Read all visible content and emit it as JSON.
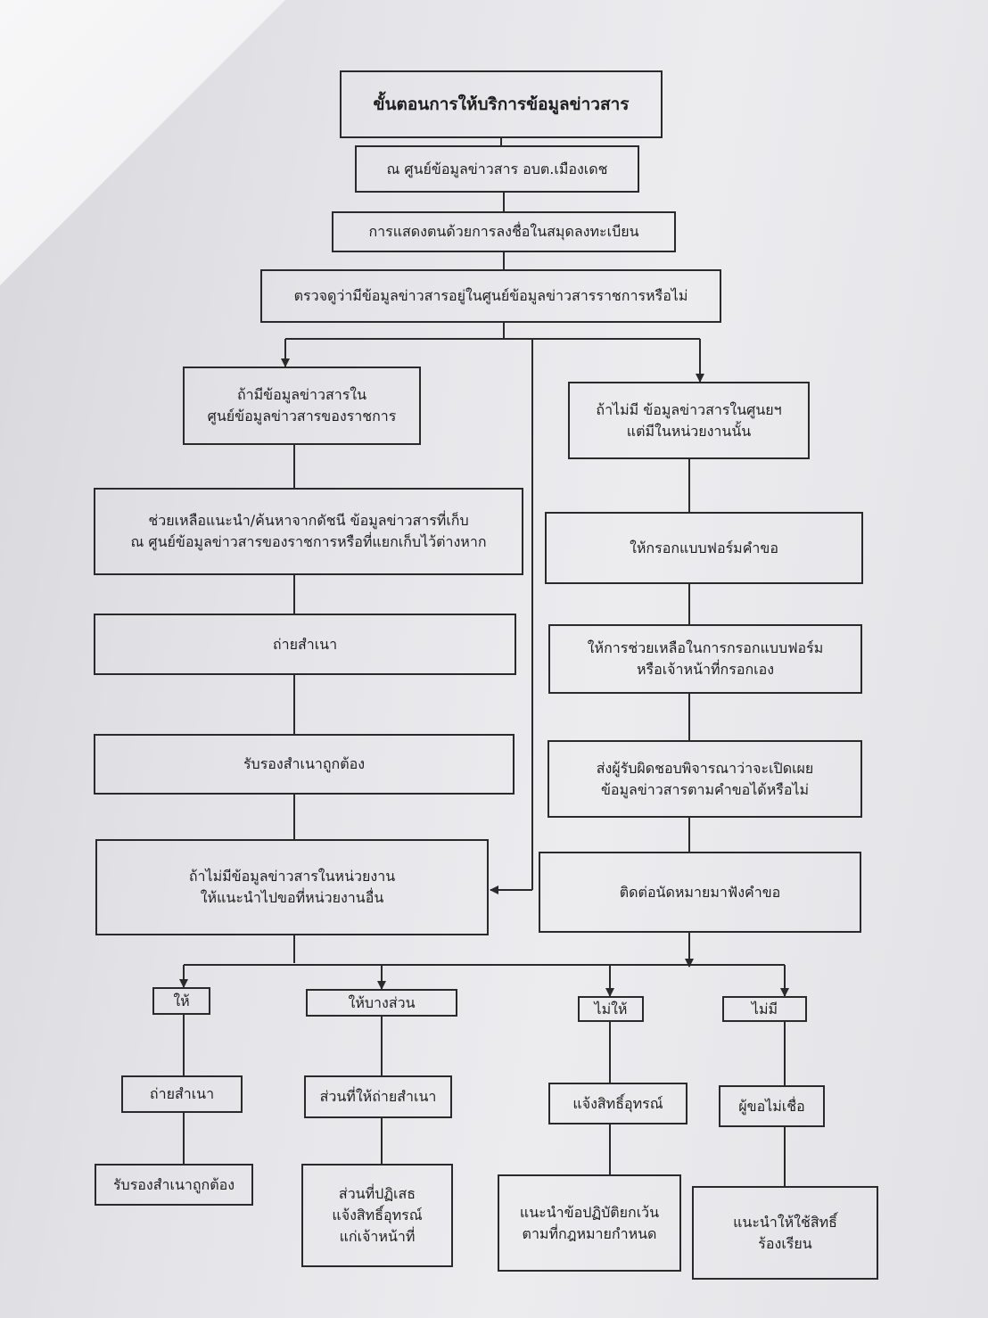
{
  "title": "ขั้นตอนการให้บริการข้อมูลข่าวสาร",
  "steps": {
    "center": "ณ ศูนย์ข้อมูลข่าวสาร อบต.เมืองเดช",
    "identify": "การแสดงตนด้วยการลงชื่อในสมุดลงทะเบียน",
    "check": "ตรวจดูว่ามีข้อมูลข่าวสารอยู่ในศูนย์ข้อมูลข่าวสารราชการหรือไม่"
  },
  "left_branch": {
    "has_info": "ถ้ามีข้อมูลข่าวสารใน\nศูนย์ข้อมูลข่าวสารของราชการ",
    "assist_search": "ช่วยเหลือแนะนำ/ค้นหาจากดัชนี ข้อมูลข่าวสารที่เก็บ\nณ ศูนย์ข้อมูลข่าวสารของราชการหรือที่แยกเก็บไว้ต่างหาก",
    "copy": "ถ่ายสำเนา",
    "certify": "รับรองสำเนาถูกต้อง",
    "no_info_refer": "ถ้าไม่มีข้อมูลข่าวสารในหน่วยงาน\nให้แนะนำไปขอที่หน่วยงานอื่น"
  },
  "right_branch": {
    "not_in_center": "ถ้าไม่มี ข้อมูลข่าวสารในศูนยฯ\nแต่มีในหน่วยงานนั้น",
    "fill_form": "ให้กรอกแบบฟอร์มคำขอ",
    "help_fill": "ให้การช่วยเหลือในการกรอกแบบฟอร์ม\nหรือเจ้าหน้าที่กรอกเอง",
    "send_consider": "ส่งผู้รับผิดชอบพิจารณาว่าจะเปิดเผย\nข้อมูลข่าวสารตามคำขอได้หรือไม่",
    "appointment": "ติดต่อนัดหมายมาฟังคำขอ"
  },
  "outcomes": [
    {
      "label": "ให้",
      "step1": "ถ่ายสำเนา",
      "step2": "รับรองสำเนาถูกต้อง"
    },
    {
      "label": "ให้บางส่วน",
      "step1": "ส่วนที่ให้ถ่ายสำเนา",
      "step2": "ส่วนที่ปฏิเสธ\nแจ้งสิทธิ์อุทรณ์\nแก่เจ้าหน้าที่"
    },
    {
      "label": "ไม่ให้",
      "step1": "แจ้งสิทธิ์อุทรณ์",
      "step2": "แนะนำข้อปฏิบัติยกเว้น\nตามที่กฎหมายกำหนด"
    },
    {
      "label": "ไม่มี",
      "step1": "ผู้ขอไม่เชื่อ",
      "step2": "แนะนำให้ใช้สิทธิ์\nร้องเรียน"
    }
  ]
}
